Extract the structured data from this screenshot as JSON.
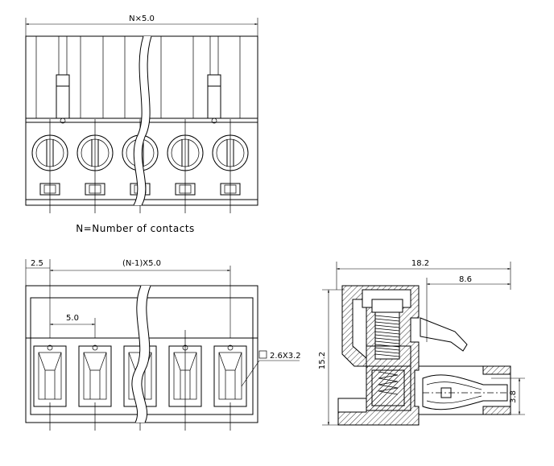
{
  "top_view": {
    "width_dim": "N×5.0",
    "caption": "N=Number of contacts"
  },
  "front_view": {
    "edge_dim": "2.5",
    "span_dim": "(N-1)X5.0",
    "pitch_dim": "5.0",
    "hole_dim": "2.6X3.2"
  },
  "side_view": {
    "width_dim": "18.2",
    "depth_dim": "8.6",
    "height_dim": "15.2",
    "pin_dim": "3.8"
  }
}
